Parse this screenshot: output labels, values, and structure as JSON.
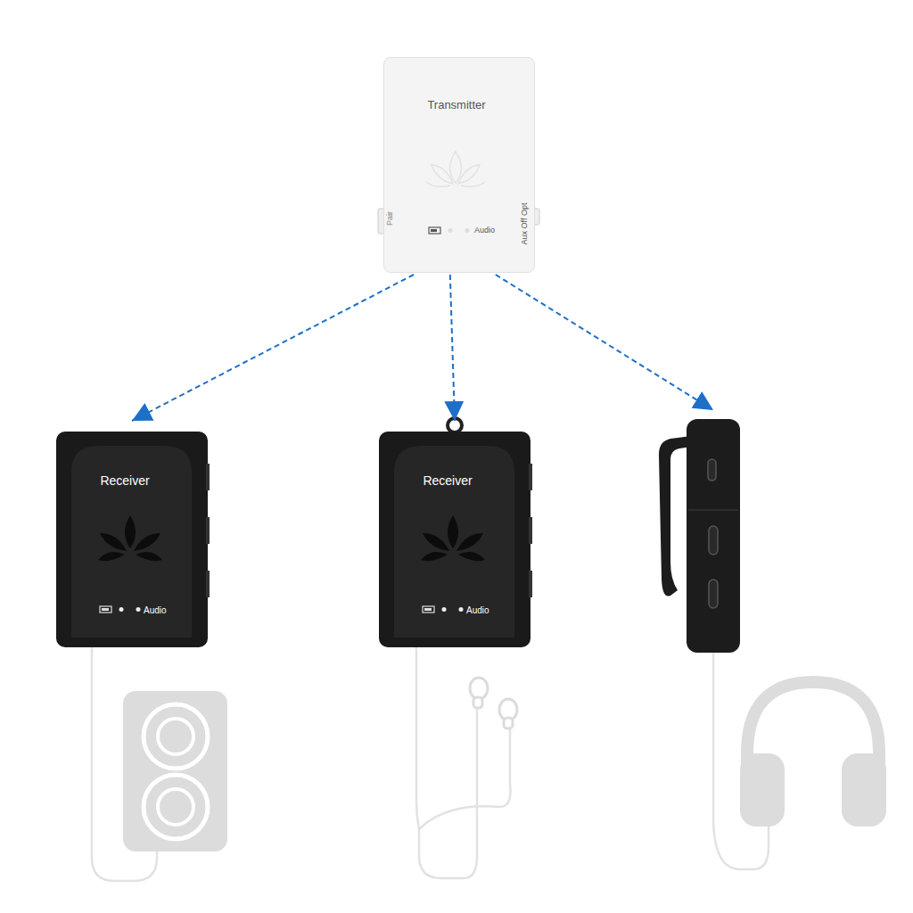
{
  "diagram": {
    "nodes": [
      {
        "text": [
          "Transmitter",
          "Pair",
          "Aux Off Opt",
          "Audio"
        ]
      },
      {
        "text": [
          "Receiver",
          "Audio"
        ]
      },
      {
        "text": [
          "Receiver",
          "Audio"
        ]
      },
      {
        "text": []
      }
    ],
    "edges": [
      {
        "from": 0,
        "to": 1,
        "arrow": "to"
      },
      {
        "from": 0,
        "to": 2,
        "arrow": "to"
      },
      {
        "from": 0,
        "to": 3,
        "arrow": "to"
      }
    ]
  }
}
